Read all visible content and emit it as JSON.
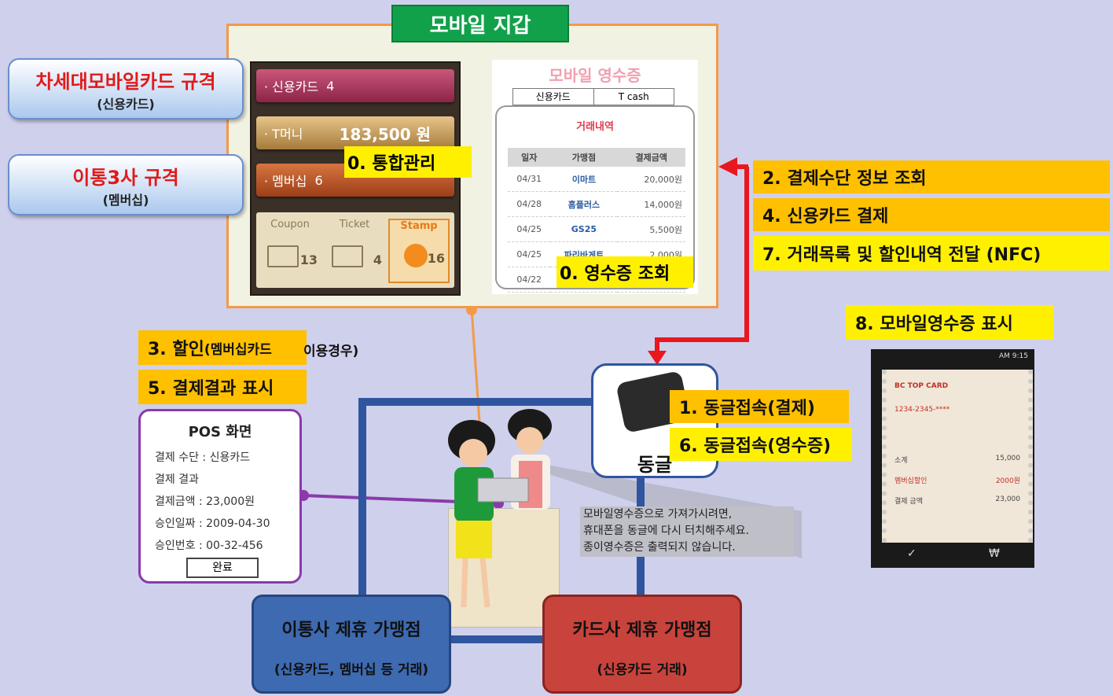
{
  "wallet": {
    "title": "모바일 지갑",
    "cards": [
      {
        "label": "· 신용카드",
        "value": "4"
      },
      {
        "label": "· T머니",
        "value": "183,500 원"
      },
      {
        "label": "· 멤버십",
        "value": "6"
      }
    ],
    "slots": [
      {
        "label": "Coupon",
        "count": "13"
      },
      {
        "label": "Ticket",
        "count": "4"
      },
      {
        "label": "Stamp",
        "count": "16"
      }
    ],
    "integrated_label": "0. 통합관리",
    "receipt": {
      "title": "모바일 영수증",
      "tabs": [
        "신용카드",
        "T cash"
      ],
      "subtitle": "거래내역",
      "headers": [
        "일자",
        "가맹점",
        "결제금액"
      ],
      "rows": [
        [
          "04/31",
          "이마트",
          "20,000원"
        ],
        [
          "04/28",
          "홈플러스",
          "14,000원"
        ],
        [
          "04/25",
          "GS25",
          "5,500원"
        ],
        [
          "04/25",
          "파리바게트",
          "2,000원"
        ],
        [
          "04/22",
          "",
          ""
        ]
      ],
      "label": "0. 영수증 조회"
    }
  },
  "callouts": {
    "card": {
      "title": "차세대모바일카드 규격",
      "sub": "(신용카드)"
    },
    "telco": {
      "title": "이통3사 규격",
      "sub": "(멤버십)"
    }
  },
  "steps": {
    "s1": "1.  동글접속(결제)",
    "s2": "2.  결제수단 정보 조회",
    "s3": "3.  할인",
    "s3_small": "(멤버십카드",
    "s3_rest": "이용경우)",
    "s4": "4.  신용카드 결제",
    "s5": "5.  결제결과 표시",
    "s6": "6.  동글접속(영수증)",
    "s7": "7.  거래목록 및 할인내역 전달 (NFC)",
    "s8": "8.  모바일영수증 표시"
  },
  "pos": {
    "title": "POS 화면",
    "rows": [
      "결제 수단 : 신용카드",
      "결제 결과",
      "결제금액 :  23,000원",
      "승인일짜 : 2009-04-30",
      "승인번호 : 00-32-456"
    ],
    "button": "완료"
  },
  "dongle": {
    "label": "동글"
  },
  "note": {
    "lines": [
      "모바일영수증으로 가져가시려면,",
      "휴대폰을 동글에 다시 터치해주세요.",
      "종이영수증은 출력되지 않습니다."
    ]
  },
  "stores": {
    "telco": {
      "title": "이통사 제휴 가맹점",
      "sub": "(신용카드, 멤버십 등 거래)"
    },
    "card": {
      "title": "카드사 제휴 가맹점",
      "sub": "(신용카드 거래)"
    }
  },
  "mobile": {
    "status": "AM 9:15",
    "header": "BC TOP CARD",
    "number": "1234-2345-****",
    "rows": [
      [
        "소계",
        "15,000"
      ],
      [
        "멤버십할인",
        "2000원"
      ],
      [
        "결제 금액",
        "23,000"
      ]
    ]
  },
  "colors": {
    "background": "#cfd0ec",
    "accent_green": "#12a14b",
    "orange_label": "#ffc000",
    "yellow_label": "#fff000",
    "arrow_red": "#e8181e",
    "network_blue": "#2f55a0",
    "pos_purple": "#8a3aaa"
  }
}
